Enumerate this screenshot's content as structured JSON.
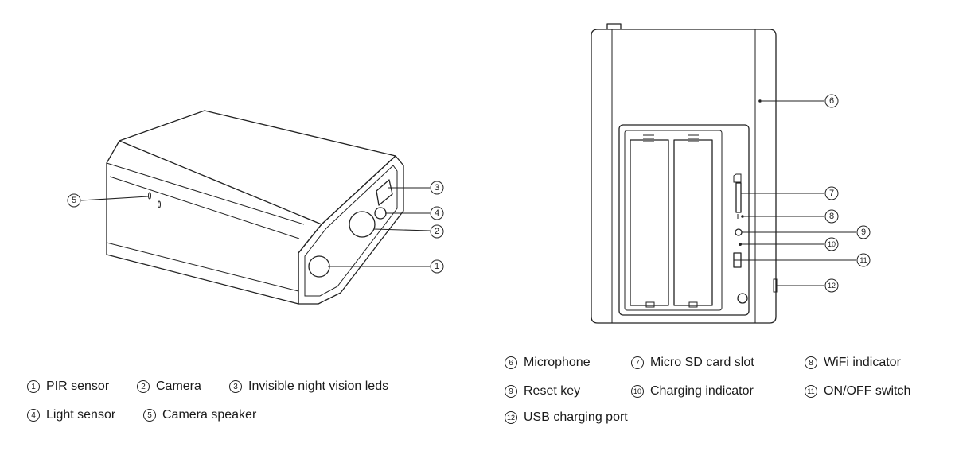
{
  "front_view": {
    "callouts": [
      {
        "num": "1",
        "label": "PIR sensor"
      },
      {
        "num": "2",
        "label": "Camera"
      },
      {
        "num": "3",
        "label": "Invisible night vision leds"
      },
      {
        "num": "4",
        "label": "Light sensor"
      },
      {
        "num": "5",
        "label": "Camera speaker"
      }
    ]
  },
  "back_view": {
    "callouts": [
      {
        "num": "6",
        "label": "Microphone"
      },
      {
        "num": "7",
        "label": "Micro SD card slot"
      },
      {
        "num": "8",
        "label": "WiFi indicator"
      },
      {
        "num": "9",
        "label": "Reset key"
      },
      {
        "num": "10",
        "label": "Charging indicator"
      },
      {
        "num": "11",
        "label": "ON/OFF switch"
      },
      {
        "num": "12",
        "label": "USB charging port"
      }
    ]
  }
}
